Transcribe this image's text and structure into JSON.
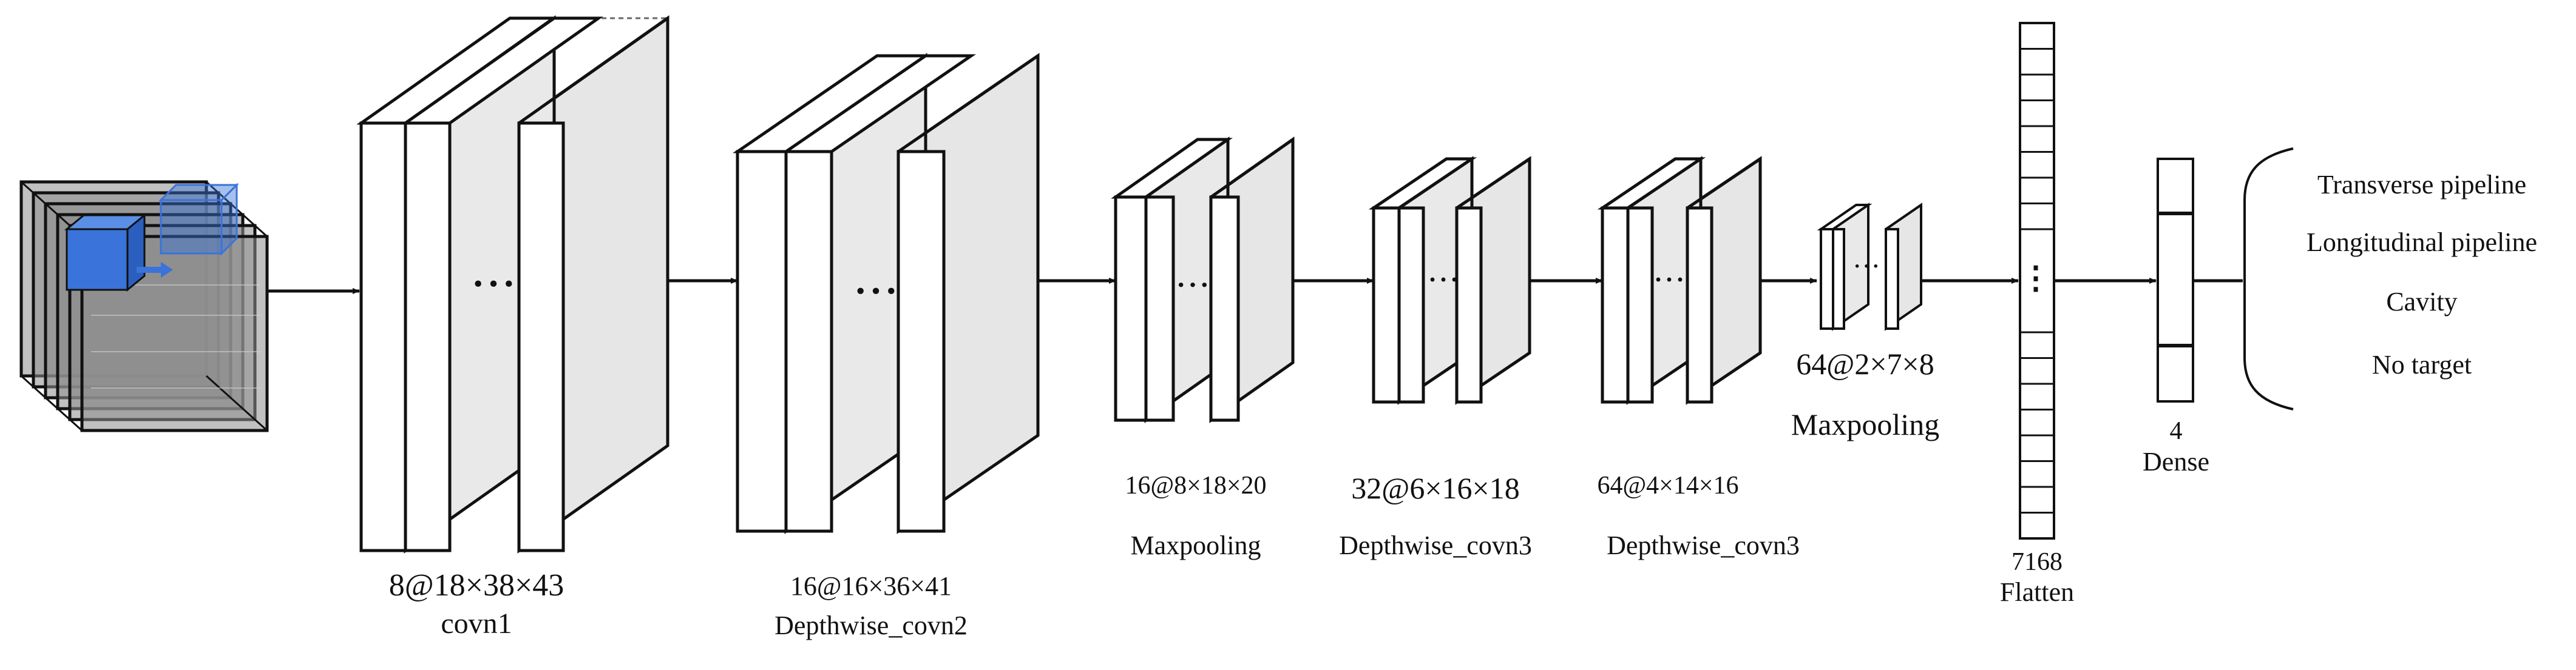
{
  "colors": {
    "panel_fill": "#e6e6e6",
    "front_fill": "#ffffff",
    "stroke": "#111111",
    "cube_gray": "#8e8e8e",
    "cube_blue": "#3a73d9"
  },
  "input": {
    "icon": "radar-volume-icon"
  },
  "layers": {
    "conv1": {
      "shape": "8@18×38×43",
      "name": "covn1",
      "ellipsis": "···"
    },
    "conv2": {
      "shape": "16@16×36×41",
      "name": "Depthwise_covn2",
      "ellipsis": "···"
    },
    "pool1": {
      "shape": "16@8×18×20",
      "name": "Maxpooling",
      "ellipsis": "···"
    },
    "conv3a": {
      "shape": "32@6×16×18",
      "name": "Depthwise_covn3",
      "ellipsis": "···"
    },
    "conv3b": {
      "shape": "64@4×14×16",
      "name": "Depthwise_covn3",
      "ellipsis": "···"
    },
    "pool2": {
      "shape": "64@2×7×8",
      "name": "Maxpooling",
      "ellipsis": "···"
    },
    "flatten": {
      "size": "7168",
      "name": "Flatten",
      "ellipsis": "⋮"
    },
    "dense": {
      "size": "4",
      "name": "Dense"
    }
  },
  "outputs": [
    "Transverse pipeline",
    "Longitudinal pipeline",
    "Cavity",
    "No target"
  ]
}
